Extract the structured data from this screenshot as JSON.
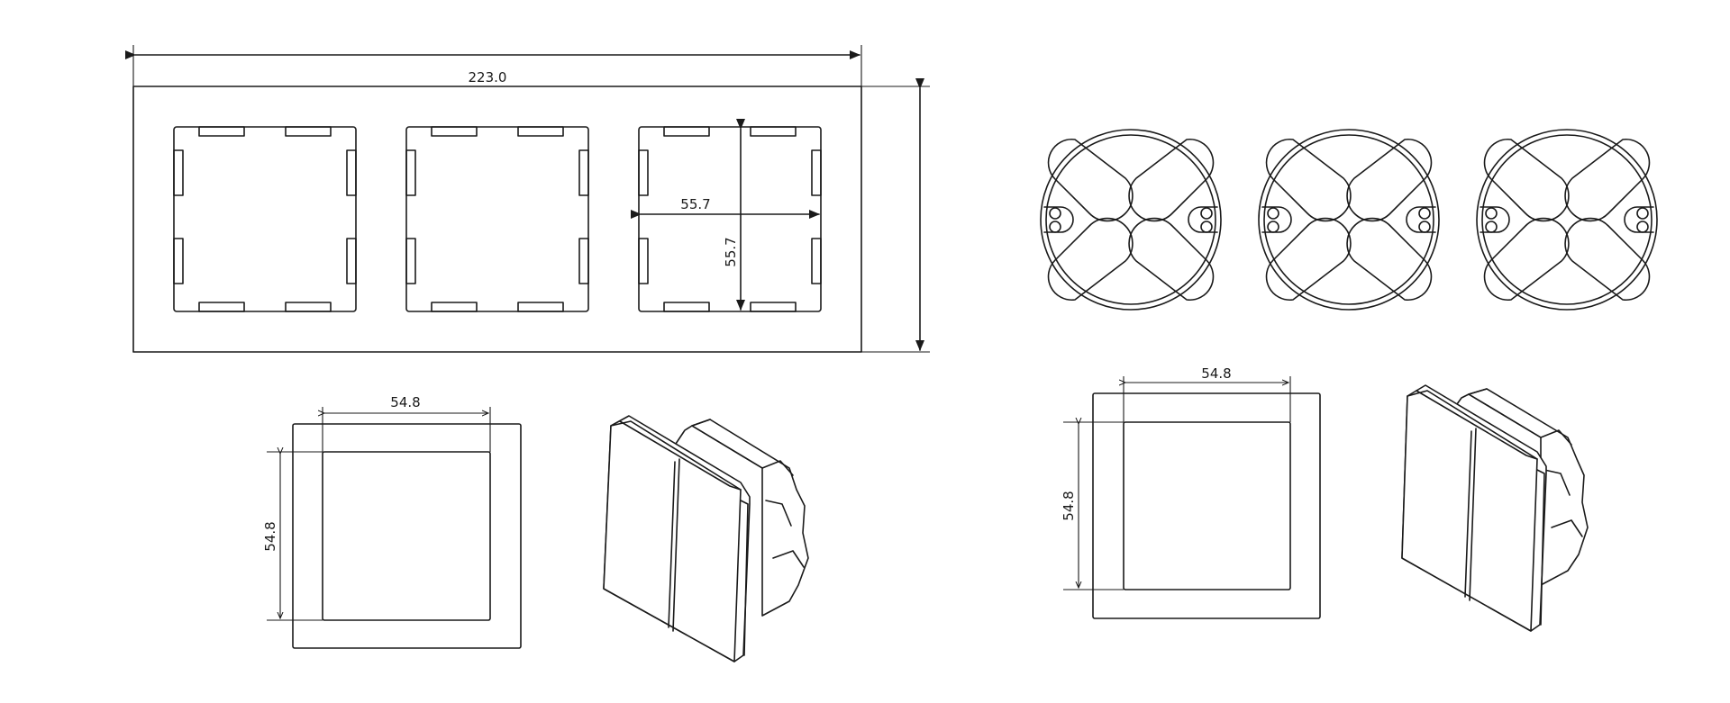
{
  "dimensions": {
    "frame_width": "223.0",
    "opening_width": "55.7",
    "opening_height": "55.7",
    "module_left_width": "54.8",
    "module_left_height": "54.8",
    "module_right_width": "54.8",
    "module_right_height": "54.8"
  },
  "colors": {
    "line": "#1a1a1a",
    "background": "#ffffff"
  }
}
